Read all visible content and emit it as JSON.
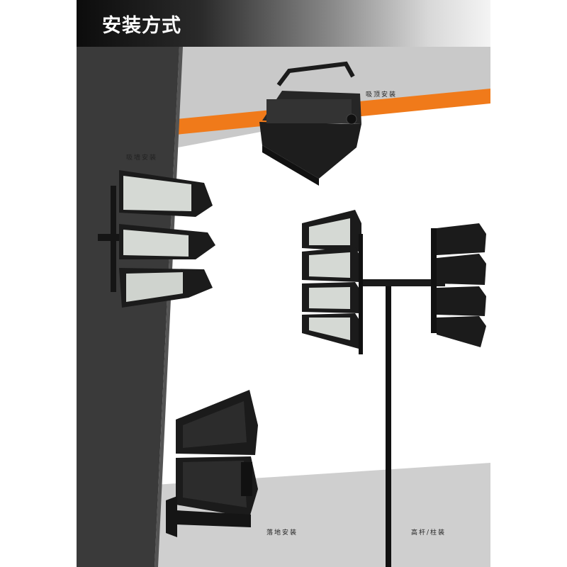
{
  "header": {
    "title": "安装方式"
  },
  "labels": {
    "ceiling": "吸顶安装",
    "wall": "吸墙安装",
    "pole": "高杆/柱装",
    "floor": "落地安装"
  },
  "colors": {
    "accent": "#f07a1a",
    "wall_gray": "#c8c8c8",
    "pillar": "#3a3a3a",
    "fixture": "#1b1b1b",
    "led_panel": "#d5d9d4"
  }
}
